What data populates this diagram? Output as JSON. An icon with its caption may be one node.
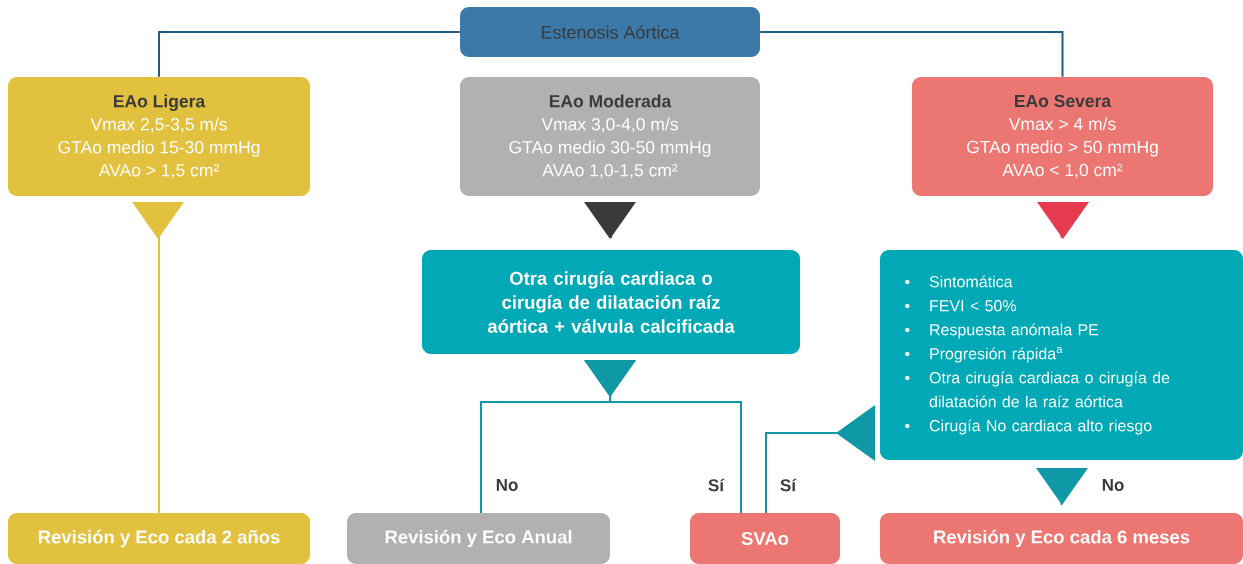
{
  "diagram": {
    "nodes": [
      {
        "text": [
          "Estenosis Aórtica"
        ]
      },
      {
        "text": [
          "EAo Ligera",
          "Vmax 2,5-3,5 m/s",
          "GTAo medio 15-30 mmHg",
          "AVAo > 1,5 cm²"
        ]
      },
      {
        "text": [
          "EAo Moderada",
          "Vmax 3,0-4,0 m/s",
          "GTAo medio 30-50 mmHg",
          "AVAo 1,0-1,5 cm²"
        ]
      },
      {
        "text": [
          "EAo Severa",
          "Vmax > 4 m/s",
          "GTAo medio > 50 mmHg",
          "AVAo < 1,0 cm²"
        ]
      },
      {
        "text": [
          "Otra cirugía cardiaca o cirugía de dilatación raíz aórtica + válvula calcificada"
        ]
      },
      {
        "text": [
          "Sintomática",
          "FEVI < 50%",
          "Respuesta anómala PE",
          "Progresión rápida$^{a}$",
          "Otra cirugía cardiaca o cirugía de dilatación de la raíz aórtica",
          "Cirugía No cardiaca alto riesgo"
        ]
      },
      {
        "text": [
          "Revisión y Eco cada 2 años"
        ]
      },
      {
        "text": [
          "Revisión y Eco Anual"
        ]
      },
      {
        "text": [
          "SVAo"
        ]
      },
      {
        "text": [
          "Revisión y Eco cada 6 meses"
        ]
      }
    ],
    "edges": [
      {
        "from": 0,
        "to": 1,
        "arrow": "none",
        "color": "#1f5f85"
      },
      {
        "from": 0,
        "to": 3,
        "arrow": "none",
        "color": "#1f5f85"
      },
      {
        "from": 1,
        "to": 6,
        "arrow": "to",
        "color": "#e2c13e"
      },
      {
        "from": 2,
        "to": 4,
        "arrow": "to",
        "color": "#3a3a3c"
      },
      {
        "from": 3,
        "to": 5,
        "arrow": "to",
        "color": "#e63a4f"
      },
      {
        "from": 4,
        "to": 7,
        "arrow": "to",
        "label": "No",
        "color": "#0f98a5"
      },
      {
        "from": 4,
        "to": 8,
        "arrow": "to",
        "label": "Sí",
        "color": "#0f98a5"
      },
      {
        "from": 5,
        "to": 8,
        "arrow": "to",
        "label": "Sí",
        "color": "#0f98a5"
      },
      {
        "from": 5,
        "to": 9,
        "arrow": "to",
        "label": "No",
        "color": "#0f98a5"
      }
    ]
  }
}
